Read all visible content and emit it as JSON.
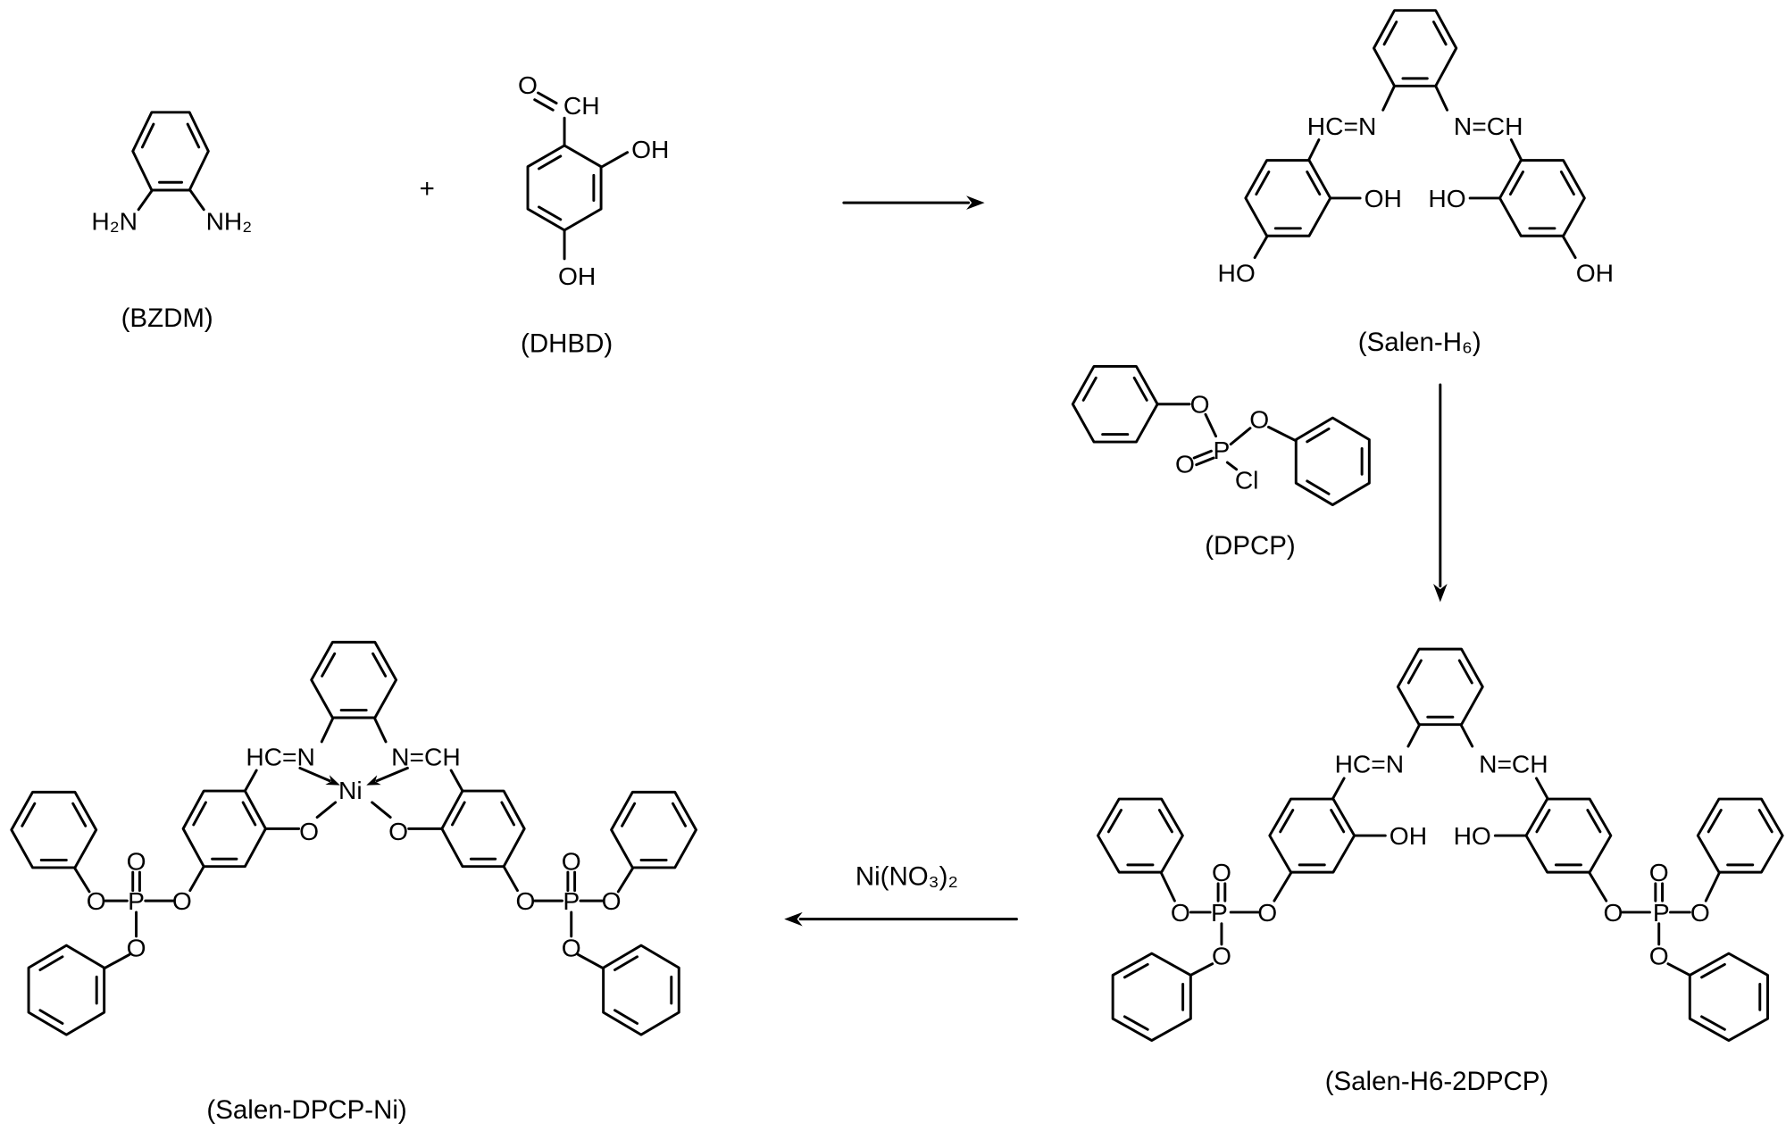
{
  "molecules": {
    "bzdm": {
      "name": "(BZDM)",
      "labels": [
        "H₂N",
        "NH₂"
      ]
    },
    "dhbd": {
      "name": "(DHBD)",
      "labels": [
        "O",
        "CH",
        "OH",
        "OH"
      ]
    },
    "salen_h6": {
      "name": "(Salen-H₆)",
      "labels": [
        "HC=N",
        "N=CH",
        "OH",
        "HO",
        "HO",
        "OH"
      ]
    },
    "dpcp": {
      "name": "(DPCP)",
      "labels": [
        "O",
        "P",
        "O",
        "O",
        "Cl"
      ]
    },
    "salen_h6_2dpcp": {
      "name": "(Salen-H6-2DPCP)",
      "labels": [
        "HC=N",
        "N=CH",
        "OH",
        "HO",
        "O",
        "P",
        "O",
        "O",
        "O",
        "O",
        "P",
        "O",
        "O",
        "O"
      ]
    },
    "salen_dpcp_ni": {
      "name": "(Salen-DPCP-Ni)",
      "labels": [
        "HC=N",
        "N=CH",
        "Ni",
        "O",
        "O",
        "O",
        "P",
        "O",
        "O",
        "O",
        "O",
        "P",
        "O",
        "O",
        "O"
      ]
    }
  },
  "operators": {
    "plus": "+"
  },
  "reagents": {
    "metalation": "Ni(NO₃)₂"
  }
}
